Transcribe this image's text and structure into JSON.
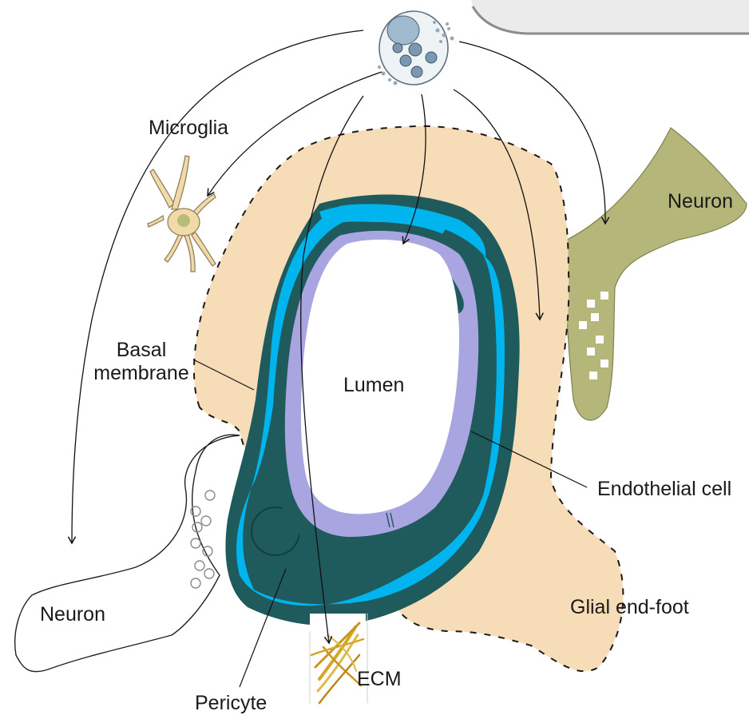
{
  "labels": {
    "microglia": "Microglia",
    "neuron_right": "Neuron",
    "neuron_left": "Neuron",
    "basal_line1": "Basal",
    "basal_line2": "membrane",
    "lumen": "Lumen",
    "endothelial": "Endothelial cell",
    "glial": "Glial end-foot",
    "pericyte": "Pericyte",
    "ecm": "ECM"
  },
  "colors": {
    "glial_endfoot": "#f7dcb8",
    "basal_membrane": "#1f5a5c",
    "pericyte": "#00b4ee",
    "endothelial": "#a9a5e0",
    "neuron_right": "#b4b67a",
    "microglia": "#f2d9a8",
    "ecm_fibers": "#d4a527"
  }
}
